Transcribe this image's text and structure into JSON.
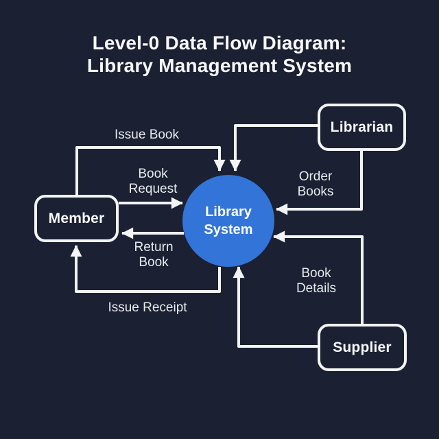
{
  "title": {
    "line1": "Level-0 Data Flow Diagram:",
    "line2": "Library Management System"
  },
  "process": {
    "name": "Library System",
    "display": "Library\nSystem"
  },
  "entities": [
    {
      "id": "member",
      "label": "Member"
    },
    {
      "id": "librarian",
      "label": "Librarian"
    },
    {
      "id": "supplier",
      "label": "Supplier"
    }
  ],
  "flows": [
    {
      "label": "Issue Book",
      "from": "Member",
      "to": "Library System"
    },
    {
      "label": "Book Request",
      "from": "Member",
      "to": "Library System"
    },
    {
      "label": "Return Book",
      "from": "Library System",
      "to": "Member"
    },
    {
      "label": "Issue Receipt",
      "from": "Library System",
      "to": "Member"
    },
    {
      "label": "Order Books",
      "from": "Librarian",
      "to": "Library System"
    },
    {
      "label": "Book Details",
      "from": "Supplier",
      "to": "Library System"
    },
    {
      "label": "",
      "from": "Librarian",
      "to": "Library System"
    },
    {
      "label": "",
      "from": "Supplier",
      "to": "Library System"
    }
  ],
  "colors": {
    "background": "#1b2032",
    "stroke": "#f2f4f6",
    "process-fill": "#3374d8",
    "heading-text": "#f7f8fa",
    "label-text": "#e8eaed"
  }
}
